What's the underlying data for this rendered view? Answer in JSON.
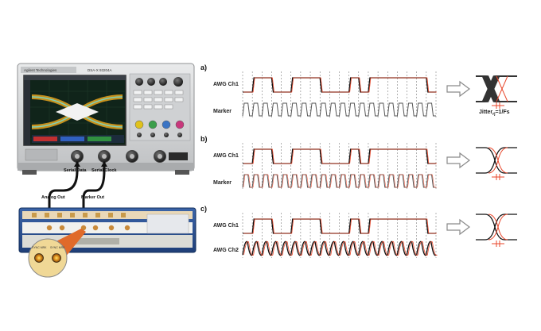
{
  "colors": {
    "accent": "#e8462a",
    "scope_body": "#d9dadb",
    "scope_screen": "#0c1a12",
    "awg_body": "#2a4f8e",
    "connector_orange": "#e06a2a"
  },
  "scope": {
    "brand_text": "Agilent Technologies",
    "model_text": "DSA-X 93204A"
  },
  "connections": {
    "serial_data": "Serial Data",
    "serial_clock": "Serial Clock",
    "analog_out": "Analog Out",
    "marker_out": "Marker Out"
  },
  "awg": {
    "port_a": "SYNC MRK",
    "port_b": "SYNC MRK"
  },
  "sections": [
    {
      "id": "a",
      "label": "a)",
      "row1": "AWG Ch1",
      "row2": "Marker",
      "eye_note": "Jitter",
      "eye_note_sub": "rj",
      "eye_note_suffix": "=1/Fs"
    },
    {
      "id": "b",
      "label": "b)",
      "row1": "AWG Ch1",
      "row2": "Marker"
    },
    {
      "id": "c",
      "label": "c)",
      "row1": "AWG Ch1",
      "row2": "AWG Ch2"
    }
  ]
}
